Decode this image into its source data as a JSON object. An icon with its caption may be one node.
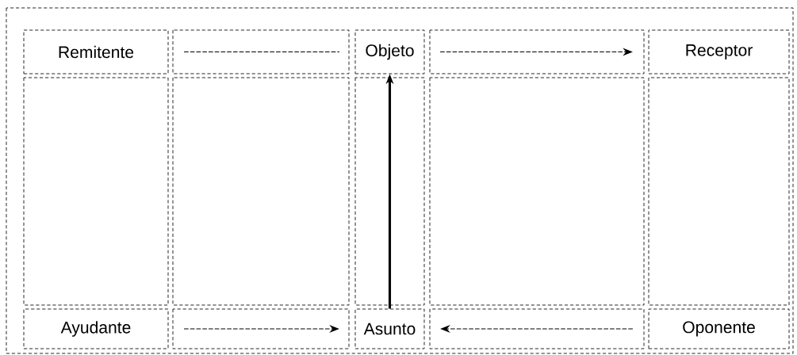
{
  "diagram": {
    "nodes": [
      {
        "text": [
          "Remitente"
        ]
      },
      {
        "text": [
          "Objeto"
        ]
      },
      {
        "text": [
          "Receptor"
        ]
      },
      {
        "text": [
          "Ayudante"
        ]
      },
      {
        "text": [
          "Asunto"
        ]
      },
      {
        "text": [
          "Oponente"
        ]
      }
    ],
    "edges": [
      {
        "from": 0,
        "to": 1,
        "arrow": "none",
        "style": "dashed"
      },
      {
        "from": 1,
        "to": 2,
        "arrow": "to",
        "style": "dashed"
      },
      {
        "from": 4,
        "to": 1,
        "arrow": "to",
        "style": "thick"
      },
      {
        "from": 3,
        "to": 4,
        "arrow": "to",
        "style": "dashed"
      },
      {
        "from": 5,
        "to": 4,
        "arrow": "to",
        "style": "dashed"
      }
    ]
  }
}
